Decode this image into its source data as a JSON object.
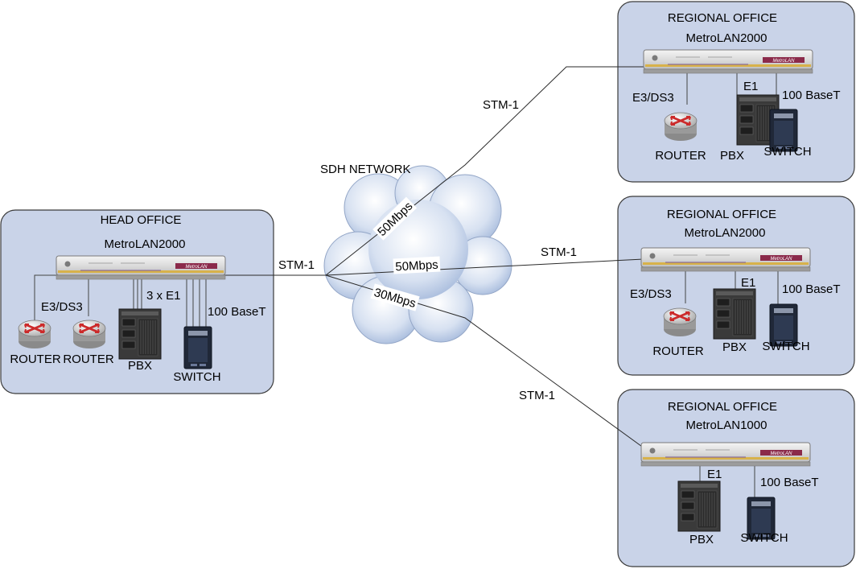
{
  "network": {
    "title": "SDH NETWORK",
    "stm_label": "STM-1",
    "rate_top": "50Mbps",
    "rate_mid": "50Mbps",
    "rate_bottom": "30Mbps"
  },
  "head_office": {
    "title": "HEAD OFFICE",
    "device": "MetroLAN2000",
    "e3_label": "E3/DS3",
    "e1_label": "3 x E1",
    "baset_label": "100 BaseT",
    "router1": "ROUTER",
    "router2": "ROUTER",
    "pbx": "PBX",
    "switch": "SWITCH"
  },
  "regional_1": {
    "title": "REGIONAL OFFICE",
    "device": "MetroLAN2000",
    "e3_label": "E3/DS3",
    "e1_label": "E1",
    "baset_label": "100 BaseT",
    "router": "ROUTER",
    "pbx": "PBX",
    "switch": "SWITCH"
  },
  "regional_2": {
    "title": "REGIONAL OFFICE",
    "device": "MetroLAN2000",
    "e3_label": "E3/DS3",
    "e1_label": "E1",
    "baset_label": "100 BaseT",
    "router": "ROUTER",
    "pbx": "PBX",
    "switch": "SWITCH"
  },
  "regional_3": {
    "title": "REGIONAL OFFICE",
    "device": "MetroLAN1000",
    "e1_label": "E1",
    "baset_label": "100 BaseT",
    "pbx": "PBX",
    "switch": "SWITCH"
  },
  "unit_brand": "MetroLAN",
  "colors": {
    "office_fill": "#c9d3e8",
    "cloud": "#b7c8e6",
    "router_arrow": "#cc2a2a",
    "unit_stripe": "#8b2a4a"
  }
}
